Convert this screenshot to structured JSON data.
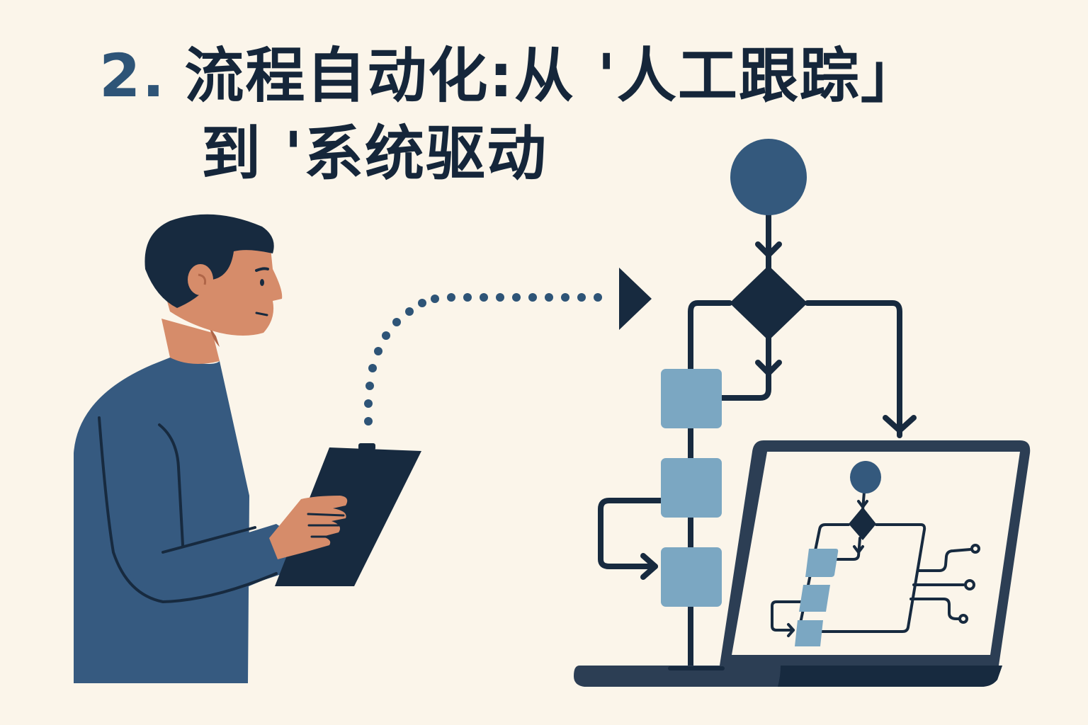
{
  "title": {
    "number": "2.",
    "line1": "流程自动化:从 '人工跟踪」",
    "line2": "到 '系统驱动"
  },
  "colors": {
    "background": "#fbf5ea",
    "title_text": "#15263a",
    "title_number": "#2e5477",
    "navy": "#172a3f",
    "steel_blue": "#34597d",
    "light_blue": "#7ba7c2",
    "shirt": "#365a80",
    "skin": "#d68c6a",
    "laptop": "#2c3e54"
  },
  "illustration": {
    "left": "person-holding-clipboard",
    "connector": "dotted-arrow",
    "right": "flowchart-to-laptop",
    "flowchart_nodes": [
      "start-circle",
      "decision-diamond",
      "process-box-1",
      "process-box-2",
      "process-box-3"
    ],
    "laptop_screen": "mini-flowchart-with-circuit-outputs"
  }
}
